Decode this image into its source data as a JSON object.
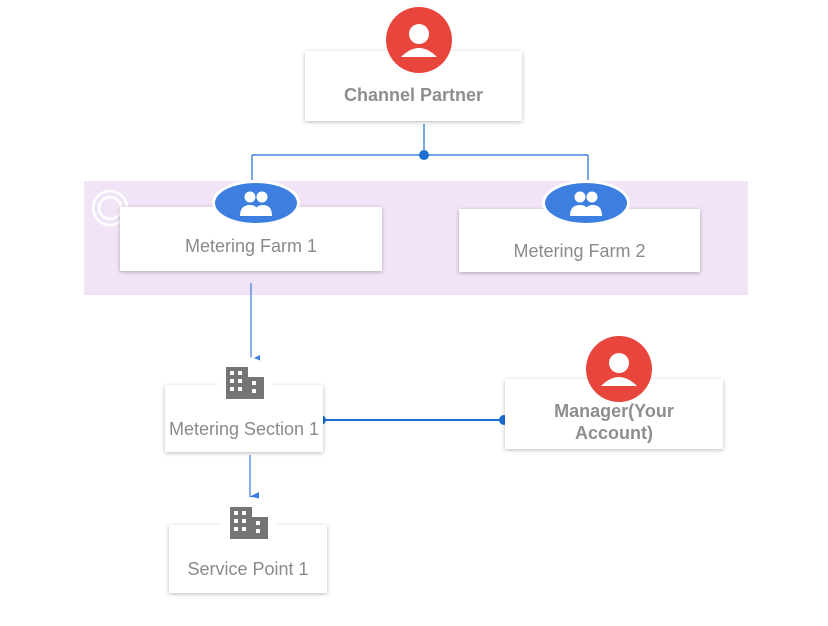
{
  "diagram": {
    "nodes": {
      "channel_partner": {
        "label": "Channel Partner",
        "icon": "person-icon"
      },
      "metering_farm_1": {
        "label": "Metering Farm 1",
        "icon": "group-icon"
      },
      "metering_farm_2": {
        "label": "Metering Farm 2",
        "icon": "group-icon"
      },
      "metering_section_1": {
        "label": "Metering Section 1",
        "icon": "building-icon"
      },
      "service_point_1": {
        "label": "Service Point 1",
        "icon": "building-icon"
      },
      "manager": {
        "label_line1": "Manager(Your",
        "label_line2": "Account)",
        "icon": "person-icon"
      }
    },
    "colors": {
      "person": "#e8453c",
      "group": "#3d7fe0",
      "connector": "#1a6fd1",
      "band": "#f1e4f6",
      "building": "#757575",
      "label": "#8a8a8a"
    }
  }
}
